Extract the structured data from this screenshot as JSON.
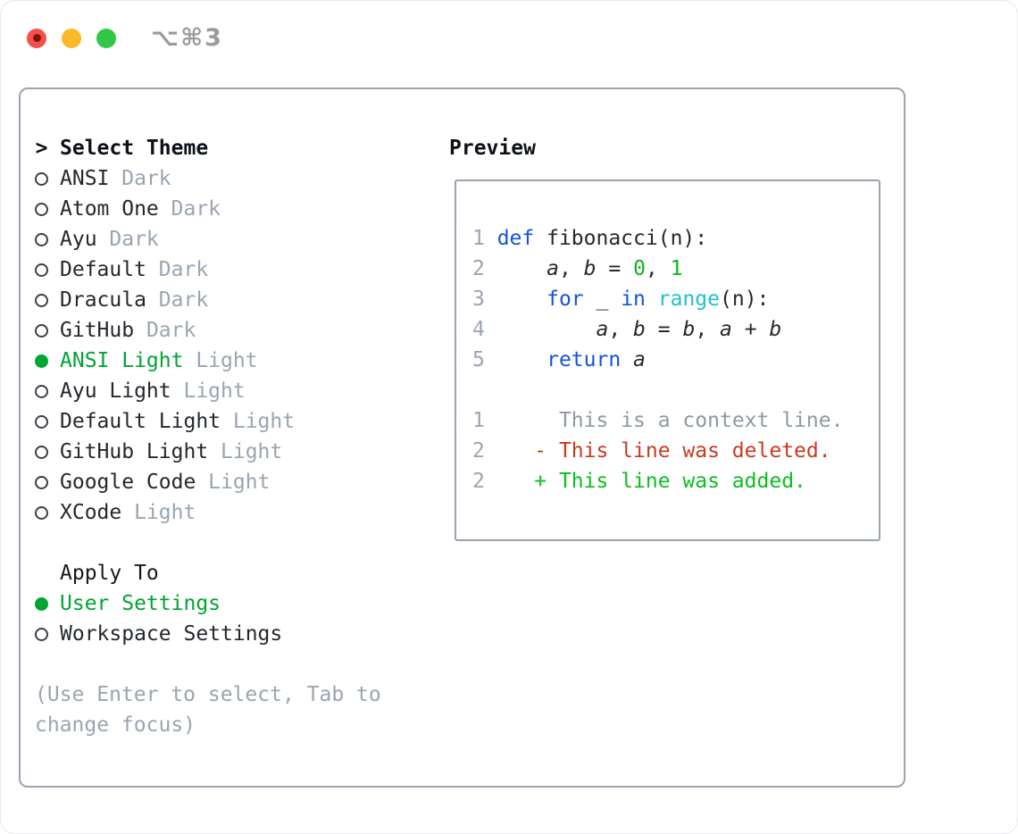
{
  "window": {
    "title": "⌥⌘3",
    "traffic_lights": [
      "close",
      "minimize",
      "zoom"
    ]
  },
  "picker": {
    "prompt": ">",
    "heading": "Select Theme",
    "themes": [
      {
        "label": "ANSI",
        "variant": "Dark",
        "selected": false
      },
      {
        "label": "Atom One",
        "variant": "Dark",
        "selected": false
      },
      {
        "label": "Ayu",
        "variant": "Dark",
        "selected": false
      },
      {
        "label": "Default",
        "variant": "Dark",
        "selected": false
      },
      {
        "label": "Dracula",
        "variant": "Dark",
        "selected": false
      },
      {
        "label": "GitHub",
        "variant": "Dark",
        "selected": false
      },
      {
        "label": "ANSI Light",
        "variant": "Light",
        "selected": true
      },
      {
        "label": "Ayu Light",
        "variant": "Light",
        "selected": false
      },
      {
        "label": "Default Light",
        "variant": "Light",
        "selected": false
      },
      {
        "label": "GitHub Light",
        "variant": "Light",
        "selected": false
      },
      {
        "label": "Google Code",
        "variant": "Light",
        "selected": false
      },
      {
        "label": "XCode",
        "variant": "Light",
        "selected": false
      }
    ],
    "apply_heading": "Apply To",
    "apply_options": [
      {
        "label": "User Settings",
        "selected": true
      },
      {
        "label": "Workspace Settings",
        "selected": false
      }
    ],
    "help_lines": [
      "(Use Enter to select, Tab to",
      "change focus)"
    ]
  },
  "preview": {
    "heading": "Preview",
    "code_lines": [
      {
        "n": "1",
        "segs": [
          [
            "def",
            "kw"
          ],
          [
            " fibonacci(n):",
            ""
          ]
        ]
      },
      {
        "n": "2",
        "segs": [
          [
            "    ",
            ""
          ],
          [
            "a",
            "var"
          ],
          [
            ", ",
            ""
          ],
          [
            "b",
            "var"
          ],
          [
            " = ",
            ""
          ],
          [
            "0",
            "num"
          ],
          [
            ", ",
            ""
          ],
          [
            "1",
            "num"
          ]
        ]
      },
      {
        "n": "3",
        "segs": [
          [
            "    ",
            ""
          ],
          [
            "for",
            "kw"
          ],
          [
            " _ ",
            ""
          ],
          [
            "in",
            "kw"
          ],
          [
            " ",
            ""
          ],
          [
            "range",
            "fn"
          ],
          [
            "(n):",
            ""
          ]
        ]
      },
      {
        "n": "4",
        "segs": [
          [
            "        ",
            ""
          ],
          [
            "a",
            "var"
          ],
          [
            ", ",
            ""
          ],
          [
            "b",
            "var"
          ],
          [
            " = ",
            ""
          ],
          [
            "b",
            "var"
          ],
          [
            ", ",
            ""
          ],
          [
            "a",
            "var"
          ],
          [
            " + ",
            ""
          ],
          [
            "b",
            "var"
          ]
        ]
      },
      {
        "n": "5",
        "segs": [
          [
            "    ",
            ""
          ],
          [
            "return",
            "kw"
          ],
          [
            " ",
            ""
          ],
          [
            "a",
            "var"
          ]
        ]
      },
      null,
      {
        "n": "1",
        "segs": [
          [
            "     ",
            ""
          ],
          [
            "This is a context line.",
            "ctx"
          ]
        ]
      },
      {
        "n": "2",
        "segs": [
          [
            "   ",
            ""
          ],
          [
            "- This line was deleted.",
            "del"
          ]
        ]
      },
      {
        "n": "2",
        "segs": [
          [
            "   ",
            ""
          ],
          [
            "+ This line was added.",
            "add"
          ]
        ]
      }
    ]
  },
  "colors": {
    "text": "#24292e",
    "muted": "#9aa5b2",
    "border": "#9aa3ae",
    "accent_green": "#00a532",
    "keyword_blue": "#1453dc",
    "function_cyan": "#1fc0d2",
    "number_green": "#12b31c",
    "diff_deleted_red": "#c93a21",
    "diff_added_green": "#0cbe23",
    "context_gray": "#8f99a3",
    "title_gray": "#9b9b9b",
    "light_red": "#f5504a",
    "light_red_dot": "#7e150d",
    "light_yellow": "#fcb827",
    "light_green": "#33c748"
  }
}
